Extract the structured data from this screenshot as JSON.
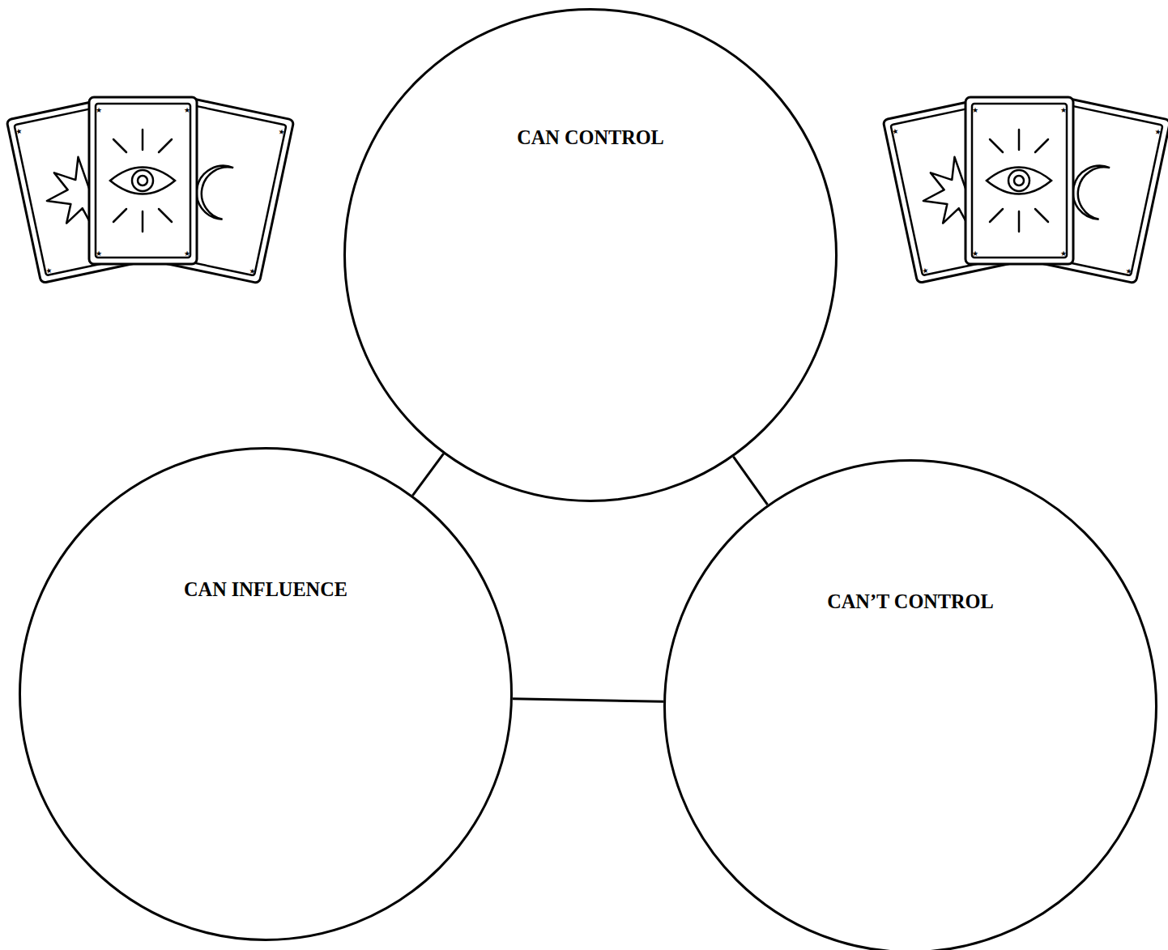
{
  "diagram": {
    "nodes": [
      {
        "text": [
          "CAN CONTROL"
        ]
      },
      {
        "text": [
          "CAN INFLUENCE"
        ]
      },
      {
        "text": [
          "CAN’T CONTROL"
        ]
      }
    ],
    "edges": [
      {
        "from": 0,
        "to": 1,
        "arrow": "none"
      },
      {
        "from": 0,
        "to": 2,
        "arrow": "none"
      },
      {
        "from": 1,
        "to": 2,
        "arrow": "none"
      }
    ]
  }
}
